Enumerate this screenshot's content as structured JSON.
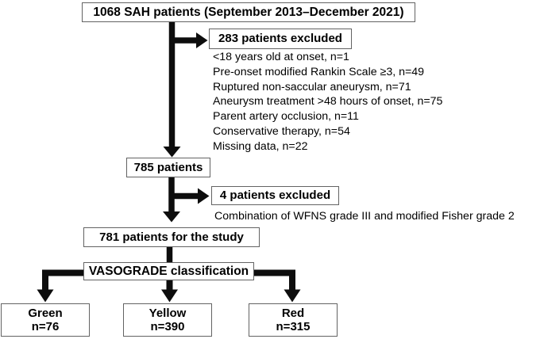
{
  "diagram": {
    "title_box": "1068 SAH patients (September 2013–December 2021)",
    "exclusion_step1": {
      "box_label": "283 patients excluded",
      "criteria": [
        "<18 years old at onset, n=1",
        "Pre-onset modified Rankin Scale ≥3, n=49",
        "Ruptured non-saccular aneurysm, n=71",
        "Aneurysm treatment >48 hours of onset, n=75",
        "Parent artery occlusion, n=11",
        "Conservative therapy, n=54",
        "Missing data, n=22"
      ]
    },
    "step2_box": "785 patients",
    "exclusion_step2": {
      "box_label": "4 patients excluded",
      "note": "Combination of WFNS grade III and modified Fisher grade 2"
    },
    "step3_box": "781 patients for the study",
    "classification_box": "VASOGRADE classification",
    "groups": [
      {
        "name": "Green",
        "count": "n=76"
      },
      {
        "name": "Yellow",
        "count": "n=390"
      },
      {
        "name": "Red",
        "count": "n=315"
      }
    ],
    "colors": {
      "arrow": "#0d0d0d",
      "box_border": "#636363",
      "text": "#000000",
      "background": "#ffffff"
    }
  }
}
